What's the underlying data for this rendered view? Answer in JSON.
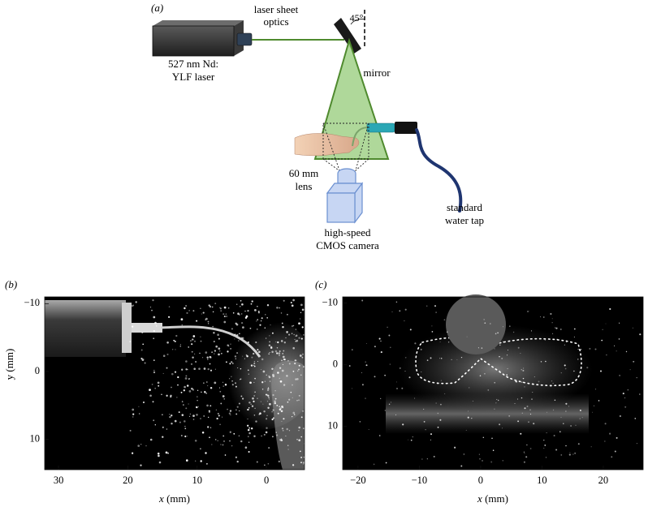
{
  "panel_a": {
    "tag": "(a)",
    "laser_label_line1": "527 nm Nd:",
    "laser_label_line2": "YLF laser",
    "optics_label_line1": "laser sheet",
    "optics_label_line2": "optics",
    "angle_label": "45°",
    "mirror_label": "mirror",
    "lens_label_line1": "60 mm",
    "lens_label_line2": "lens",
    "camera_label_line1": "high-speed",
    "camera_label_line2": "CMOS camera",
    "tap_label_line1": "standard",
    "tap_label_line2": "water tap",
    "colors": {
      "laser_body": "#2b2b2b",
      "beam": "#4f8a2e",
      "sheet_fill": "#a6d48f",
      "camera": "#6a8fd0",
      "hose": "#1f3570",
      "nozzle": "#2aa7b5"
    }
  },
  "panel_b": {
    "tag": "(b)",
    "xlabel_var": "x",
    "xlabel_unit": " (mm)",
    "ylabel": "y (mm)",
    "x_ticks": [
      30,
      20,
      10,
      0
    ],
    "y_ticks": [
      -10,
      0,
      10
    ],
    "xlim": [
      32,
      -5.5
    ],
    "ylim": [
      -11,
      14.5
    ]
  },
  "panel_c": {
    "tag": "(c)",
    "xlabel_var": "x",
    "xlabel_unit": " (mm)",
    "x_ticks": [
      -20,
      -10,
      0,
      10,
      20
    ],
    "y_ticks": [
      -10,
      0,
      10
    ],
    "xlim": [
      -22.5,
      26.5
    ],
    "ylim": [
      -11,
      17
    ]
  }
}
